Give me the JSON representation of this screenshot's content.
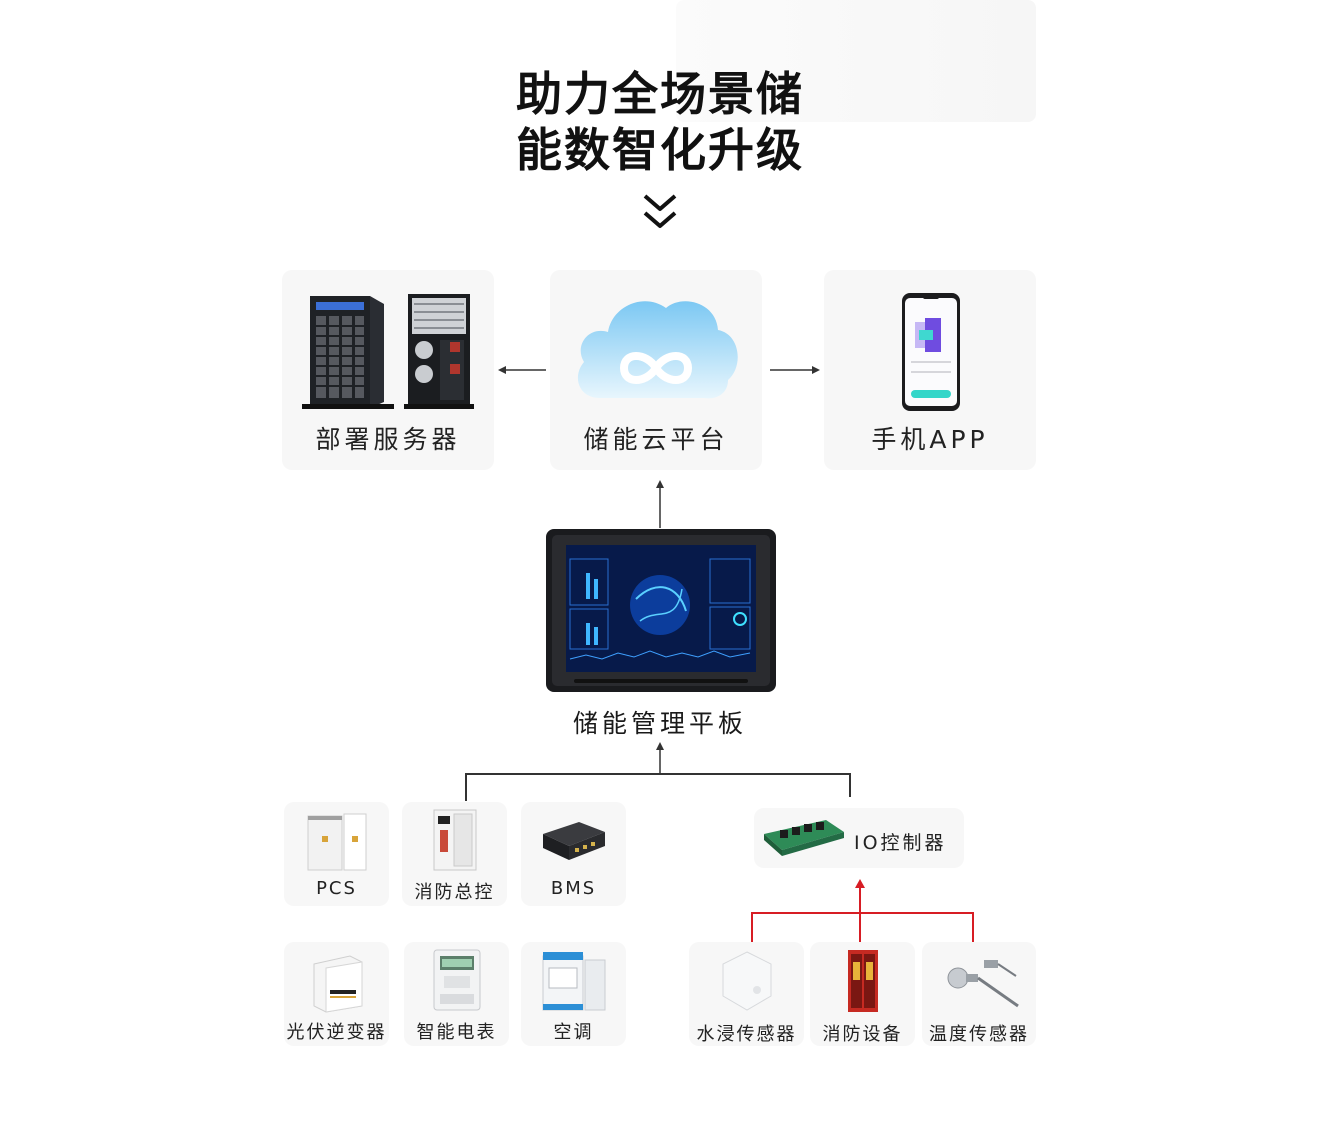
{
  "title": {
    "line1": "助力全场景储",
    "line2": "能数智化升级"
  },
  "icons": {
    "down": "double-chevron-down-icon"
  },
  "top_row": {
    "servers": {
      "label": "部署服务器",
      "icon": "server-icon"
    },
    "cloud": {
      "label": "储能云平台",
      "icon": "cloud-icon"
    },
    "app": {
      "label": "手机APP",
      "icon": "smartphone-icon"
    }
  },
  "tablet": {
    "label": "储能管理平板",
    "icon": "tablet-icon"
  },
  "devices_left": [
    {
      "label": "PCS",
      "icon": "pcs-cabinet-icon"
    },
    {
      "label": "消防总控",
      "icon": "fire-control-cabinet-icon"
    },
    {
      "label": "BMS",
      "icon": "bms-box-icon"
    },
    {
      "label": "光伏逆变器",
      "icon": "inverter-icon"
    },
    {
      "label": "智能电表",
      "icon": "smart-meter-icon"
    },
    {
      "label": "空调",
      "icon": "air-conditioner-icon"
    }
  ],
  "io_controller": {
    "label": "IO控制器",
    "icon": "io-board-icon"
  },
  "devices_right": [
    {
      "label": "水浸传感器",
      "icon": "water-sensor-icon"
    },
    {
      "label": "消防设备",
      "icon": "fire-equipment-icon"
    },
    {
      "label": "温度传感器",
      "icon": "temperature-sensor-icon"
    }
  ],
  "colors": {
    "accent_red": "#d71d24",
    "line": "#333333",
    "card_bg": "#f7f7f7"
  }
}
